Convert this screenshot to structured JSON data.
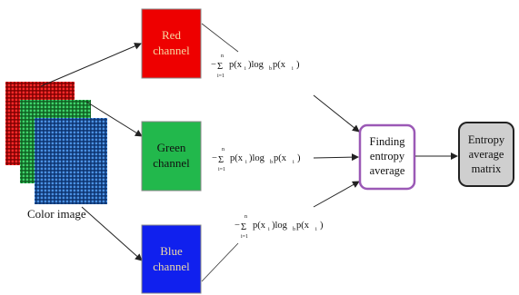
{
  "input_label": "Color image",
  "channels": {
    "red": {
      "line1": "Red",
      "line2": "channel",
      "fill": "#ee0000",
      "text_color": "#f6d7a0"
    },
    "green": {
      "line1": "Green",
      "line2": "channel",
      "fill": "#22b84c",
      "text_color": "#111111"
    },
    "blue": {
      "line1": "Blue",
      "line2": "channel",
      "fill": "#1020ee",
      "text_color": "#ecd9a6"
    }
  },
  "formula": {
    "prefix": "−",
    "sigma": "Σ",
    "upper": "n",
    "lower": "i=1",
    "body": "p(x",
    "sub_i": "i",
    "mid": ")log",
    "sub_b": "b",
    "end": " p(x",
    "close": ")"
  },
  "finding_box": {
    "line1": "Finding",
    "line2": "entropy",
    "line3": "average",
    "border": "#9b59b6"
  },
  "output_box": {
    "line1": "Entropy",
    "line2": "average",
    "line3": "matrix",
    "fill": "#cfcfcf"
  }
}
